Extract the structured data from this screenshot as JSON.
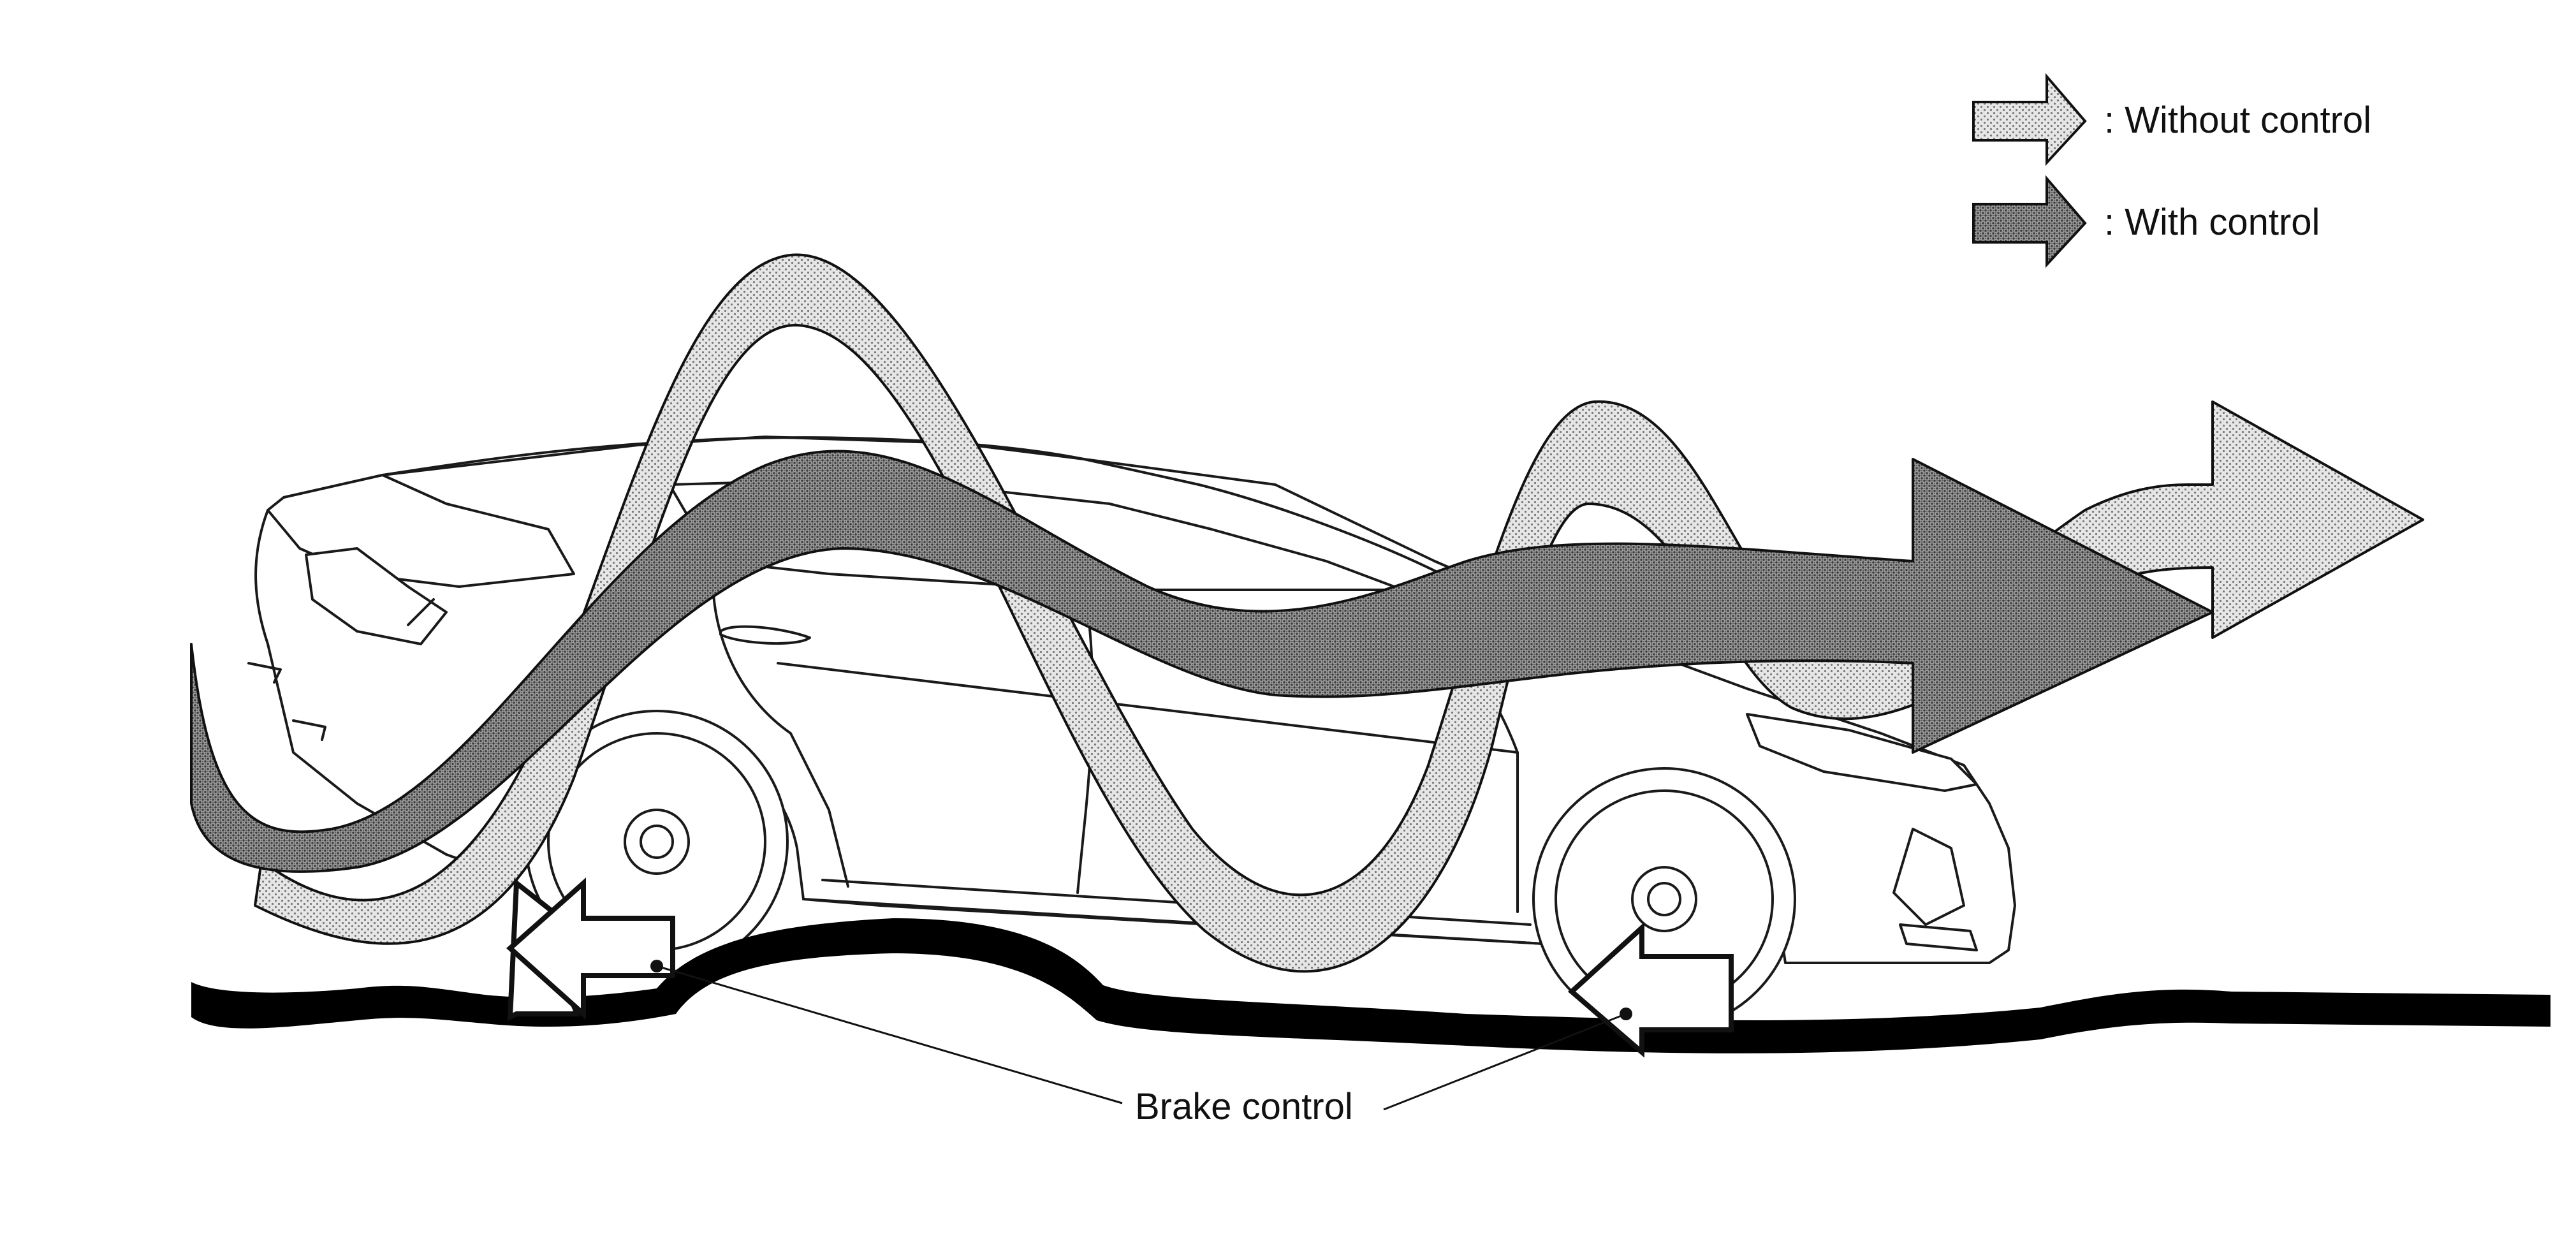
{
  "legend": {
    "without_control_label": ": Without control",
    "with_control_label": ": With control"
  },
  "callout": {
    "brake_control_label": "Brake control"
  },
  "colors": {
    "without_control_fill": "#d9d9d9",
    "with_control_fill": "#8c8c8c",
    "outline": "#111111",
    "road": "#000000"
  },
  "icons": {
    "without_control_path": "light-stippled-arrow",
    "with_control_path": "dark-stippled-arrow",
    "brake_force": "outlined-hollow-arrow"
  }
}
